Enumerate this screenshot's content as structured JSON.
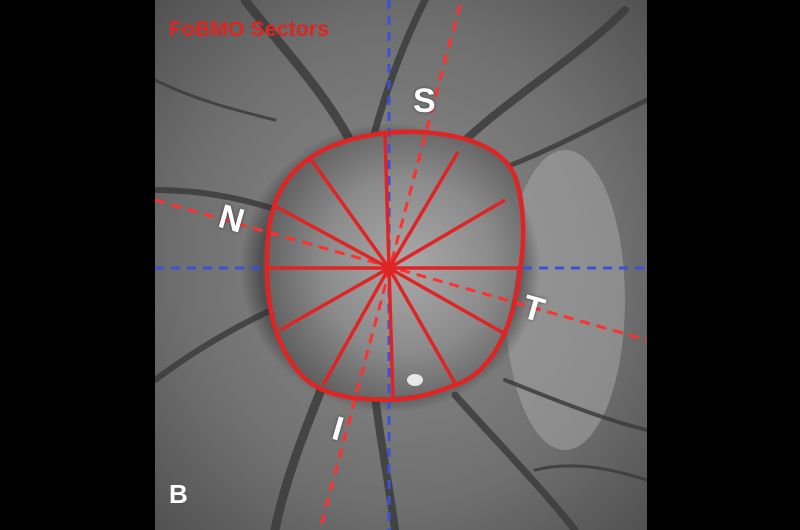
{
  "figure": {
    "title": "FoBMO Sectors",
    "panel_label": "B"
  },
  "directions": {
    "superior": "S",
    "nasal": "N",
    "temporal": "T",
    "inferior": "I"
  },
  "colors": {
    "title": "#e0241f",
    "outline": "#e02424",
    "fobmo_axis": "#ff3030",
    "reference_axes": "#3a52d8",
    "labels": "#ffffff"
  },
  "sectors": {
    "count": 12
  }
}
